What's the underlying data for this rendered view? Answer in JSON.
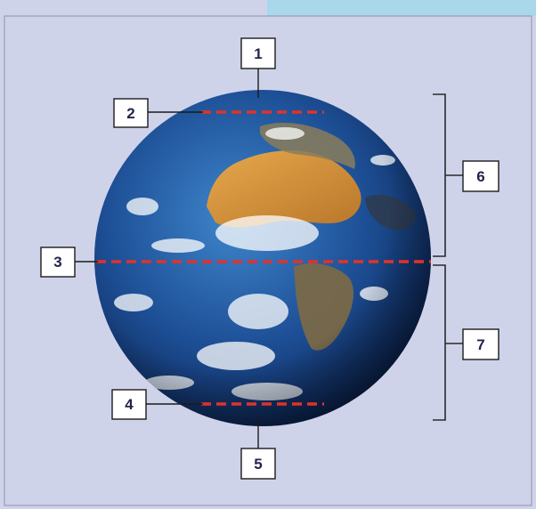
{
  "labels": {
    "l1": "1",
    "l2": "2",
    "l3": "3",
    "l4": "4",
    "l5": "5",
    "l6": "6",
    "l7": "7"
  },
  "colors": {
    "background": "#cfd3ea",
    "dashed_line": "#e0332a",
    "bracket": "#2a2a2a",
    "box_border": "#1b1b1b",
    "number": "#22244a",
    "ocean": "#1d4f96",
    "land": "#d7963d"
  },
  "icons": {
    "globe": "earth-globe-icon"
  }
}
